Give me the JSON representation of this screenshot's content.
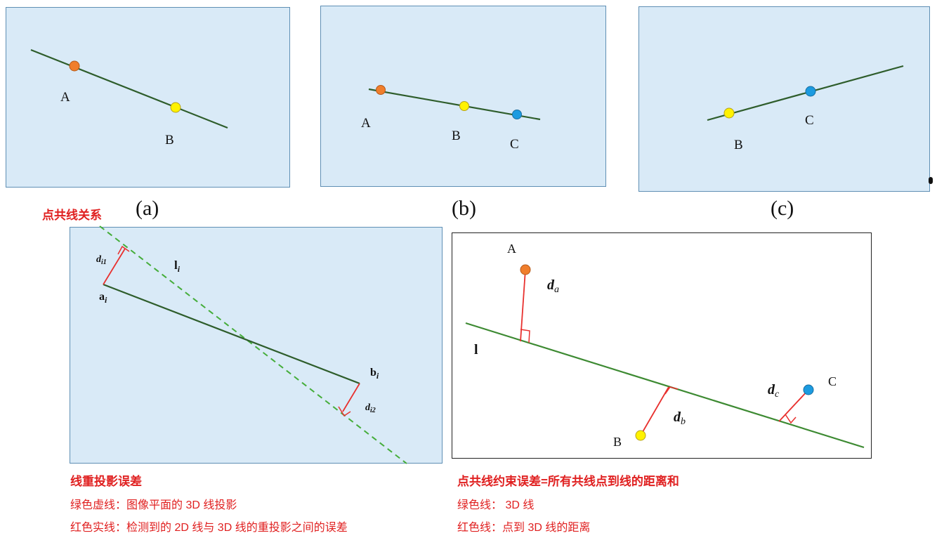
{
  "panels": {
    "a": {
      "caption": "(a)",
      "labels": {
        "A": "A",
        "B": "B"
      }
    },
    "b": {
      "caption": "(b)",
      "labels": {
        "A": "A",
        "B": "B",
        "C": "C"
      }
    },
    "c": {
      "caption": "(c)",
      "labels": {
        "B": "B",
        "C": "C"
      }
    }
  },
  "section1_title": "点共线关系",
  "reproj": {
    "label_d1_main": "d",
    "label_d1_sub": "i1",
    "label_l_main": "l",
    "label_l_sub": "i",
    "label_a_main": "a",
    "label_a_sub": "i",
    "label_b_main": "b",
    "label_b_sub": "i",
    "label_d2_main": "d",
    "label_d2_sub": "i2"
  },
  "colinear": {
    "label_A": "A",
    "label_B": "B",
    "label_C": "C",
    "label_l": "l",
    "label_da_main": "d",
    "label_da_sub": "a",
    "label_db_main": "d",
    "label_db_sub": "b",
    "label_dc_main": "d",
    "label_dc_sub": "c"
  },
  "notes_left": {
    "title": "线重投影误差",
    "line1": "绿色虚线：图像平面的 3D 线投影",
    "line2": "红色实线：检测到的 2D 线与 3D 线的重投影之间的误差"
  },
  "notes_right": {
    "title": "点共线约束误差=所有共线点到线的距离和",
    "line1": "绿色线： 3D 线",
    "line2": "红色线：点到 3D 线的距离"
  },
  "colors": {
    "panel_bg": "#d9eaf7",
    "panel_border": "#5f8fb4",
    "line_dark_green": "#2e5d2b",
    "line_green": "#3d8a32",
    "dashed_green": "#45ad3a",
    "error_red": "#e8302e",
    "point_orange": "#f07e2c",
    "point_yellow": "#fff200",
    "point_blue": "#1c9be0",
    "note_red": "#e02020"
  }
}
